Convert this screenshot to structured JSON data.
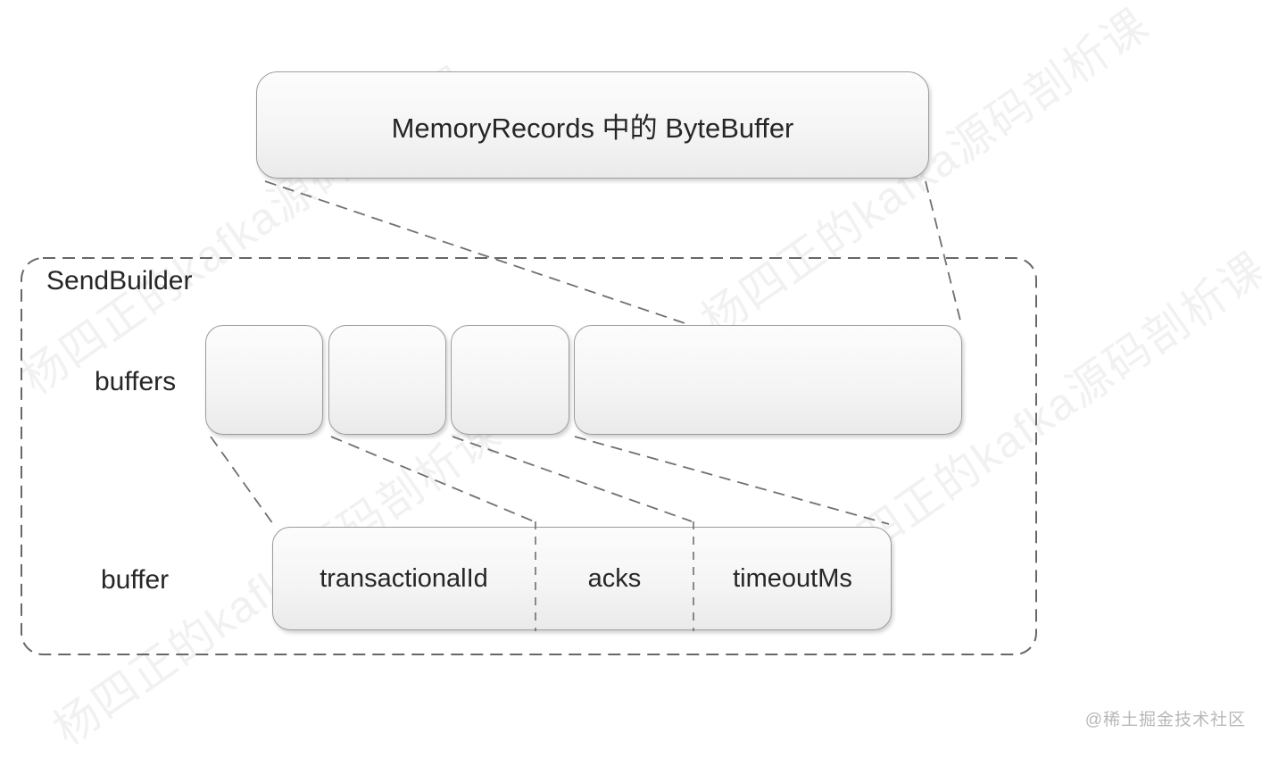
{
  "diagram": {
    "top_box": {
      "label": "MemoryRecords 中的 ByteBuffer"
    },
    "container": {
      "title": "SendBuilder"
    },
    "buffers_row": {
      "label": "buffers",
      "slot_count": 4,
      "slots": [
        "",
        "",
        "",
        ""
      ]
    },
    "buffer_row": {
      "label": "buffer",
      "segments": [
        "transactionalId",
        "acks",
        "timeoutMs"
      ]
    }
  },
  "watermark": {
    "text": "杨四正的kafka源码剖析课"
  },
  "credit": {
    "text": "@稀土掘金技术社区"
  },
  "colors": {
    "box_fill_top": "#fcfcfc",
    "box_fill_bottom": "#eaeaea",
    "box_border": "#9c9c9c",
    "dash_line": "#6e6e6e",
    "text": "#262626",
    "credit_text": "#b8b8b8"
  }
}
